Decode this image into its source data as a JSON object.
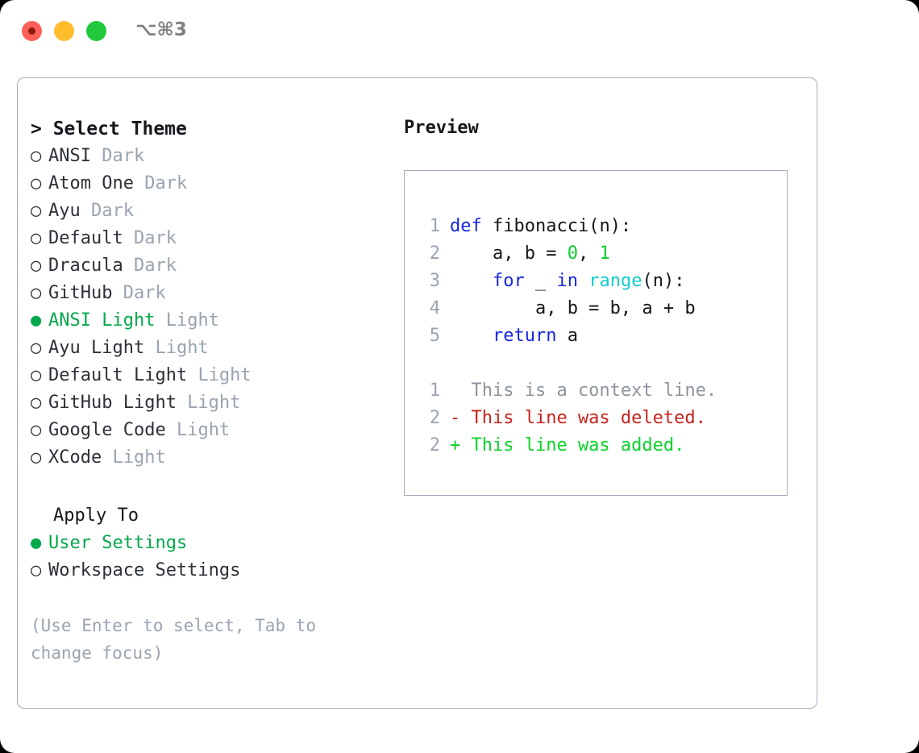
{
  "window": {
    "shortcut": "⌥⌘3",
    "traffic_lights": [
      {
        "name": "close",
        "color": "#ff6058"
      },
      {
        "name": "minimize",
        "color": "#ffbd2e"
      },
      {
        "name": "zoom",
        "color": "#22c93d"
      }
    ]
  },
  "theme_panel": {
    "heading": "> Select Theme",
    "selected_marker": "●",
    "unselected_marker": "○",
    "accent_color": "#03a84b",
    "muted_color": "#9aa4b0",
    "items": [
      {
        "marker": "○",
        "label": "ANSI",
        "variant": "Dark",
        "selected": false
      },
      {
        "marker": "○",
        "label": "Atom One",
        "variant": "Dark",
        "selected": false
      },
      {
        "marker": "○",
        "label": "Ayu",
        "variant": "Dark",
        "selected": false
      },
      {
        "marker": "○",
        "label": "Default",
        "variant": "Dark",
        "selected": false
      },
      {
        "marker": "○",
        "label": "Dracula",
        "variant": "Dark",
        "selected": false
      },
      {
        "marker": "○",
        "label": "GitHub",
        "variant": "Dark",
        "selected": false
      },
      {
        "marker": "●",
        "label": "ANSI Light",
        "variant": "Light",
        "selected": true
      },
      {
        "marker": "○",
        "label": "Ayu Light",
        "variant": "Light",
        "selected": false
      },
      {
        "marker": "○",
        "label": "Default Light",
        "variant": "Light",
        "selected": false
      },
      {
        "marker": "○",
        "label": "GitHub Light",
        "variant": "Light",
        "selected": false
      },
      {
        "marker": "○",
        "label": "Google Code",
        "variant": "Light",
        "selected": false
      },
      {
        "marker": "○",
        "label": "XCode",
        "variant": "Light",
        "selected": false
      }
    ]
  },
  "apply_to": {
    "label": "Apply To",
    "items": [
      {
        "marker": "●",
        "label": "User Settings",
        "selected": true
      },
      {
        "marker": "○",
        "label": "Workspace Settings",
        "selected": false
      }
    ]
  },
  "hint": "(Use Enter to select, Tab to change focus)",
  "preview": {
    "title": "Preview",
    "code_lines": [
      {
        "num": "1",
        "tokens": [
          {
            "t": "def",
            "c": "kw"
          },
          {
            "t": " fibonacci(n):",
            "c": "plain"
          }
        ]
      },
      {
        "num": "2",
        "tokens": [
          {
            "t": "    a, b = ",
            "c": "plain"
          },
          {
            "t": "0",
            "c": "num"
          },
          {
            "t": ", ",
            "c": "plain"
          },
          {
            "t": "1",
            "c": "num"
          }
        ]
      },
      {
        "num": "3",
        "tokens": [
          {
            "t": "    ",
            "c": "plain"
          },
          {
            "t": "for",
            "c": "kw"
          },
          {
            "t": " _ ",
            "c": "plain"
          },
          {
            "t": "in",
            "c": "kw"
          },
          {
            "t": " ",
            "c": "plain"
          },
          {
            "t": "range",
            "c": "fn"
          },
          {
            "t": "(n):",
            "c": "plain"
          }
        ]
      },
      {
        "num": "4",
        "tokens": [
          {
            "t": "        a, b = b, a + b",
            "c": "plain"
          }
        ]
      },
      {
        "num": "5",
        "tokens": [
          {
            "t": "    ",
            "c": "plain"
          },
          {
            "t": "return",
            "c": "kw"
          },
          {
            "t": " a",
            "c": "plain"
          }
        ]
      }
    ],
    "diff_lines": [
      {
        "num": "1",
        "sign": " ",
        "text": " This is a context line.",
        "kind": "diff-ctx"
      },
      {
        "num": "2",
        "sign": "-",
        "text": " This line was deleted.",
        "kind": "diff-del"
      },
      {
        "num": "2",
        "sign": "+",
        "text": " This line was added.",
        "kind": "diff-add"
      }
    ],
    "colors": {
      "keyword": "#1726e0",
      "function": "#11cccc",
      "number": "#0bcf2b",
      "text": "#14161a",
      "line_number": "#9aa4b0",
      "diff_context": "#8d949e",
      "diff_deleted": "#c9231b",
      "diff_added": "#0ad429",
      "border": "#a3adbd"
    }
  }
}
